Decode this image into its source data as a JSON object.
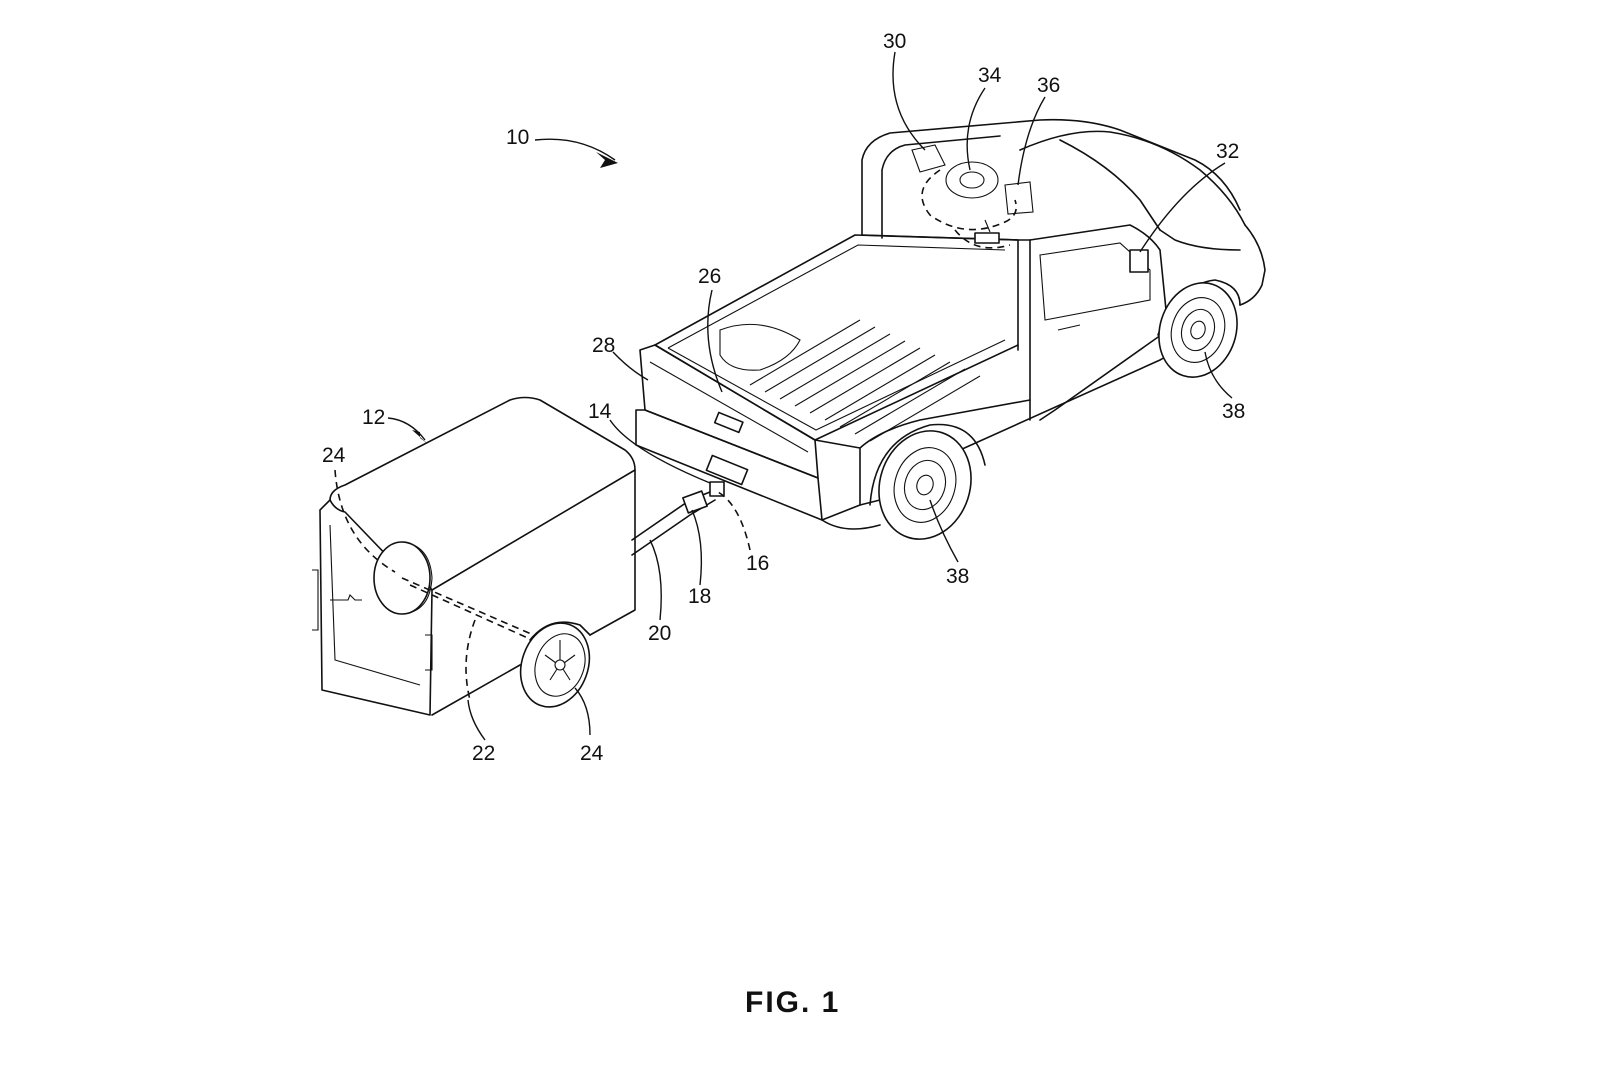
{
  "figure": {
    "caption": "FIG. 1",
    "labels": {
      "system": "10",
      "trailer": "12",
      "hitch_point": "14",
      "hitch_sensor": "16",
      "coupler": "18",
      "tongue": "20",
      "axle": "22",
      "trailer_wheel_left": "24",
      "trailer_wheel_right": "24",
      "bed": "26",
      "tailgate": "28",
      "dashboard_display": "30",
      "side_mirror": "32",
      "steering_wheel": "34",
      "controller": "36",
      "vehicle_wheel_rear": "38",
      "vehicle_wheel_front": "38"
    }
  }
}
